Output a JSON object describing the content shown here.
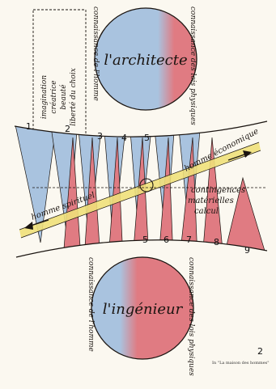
{
  "top_circle": {
    "label": "l'architecte"
  },
  "bottom_circle": {
    "label": "l'ingénieur"
  },
  "top_left_box_text": [
    "imagination",
    "créatrice",
    "beauté",
    "liberté du choix"
  ],
  "vertical_captions": {
    "top_left": "connaissance de l'homme",
    "top_right": "connaissance des lois physiques",
    "bottom_left": "connaissance de l'homme",
    "bottom_right": "connaissance des lois physiques"
  },
  "arrows": {
    "left_label": "homme spirituel",
    "right_label": "homme économique"
  },
  "center_right_text": [
    "contingences",
    "matérielles",
    "calcul"
  ],
  "top_numbers": [
    "1",
    "2",
    "3",
    "4",
    "5"
  ],
  "bottom_numbers": [
    "5",
    "6",
    "7",
    "8",
    "9"
  ],
  "page_number": "2",
  "footnote": "In \"La maison des hommes\"",
  "colors": {
    "blue": "#a9c3df",
    "red": "#e07b82",
    "yellow": "#f0e07a",
    "ink": "#1a1410",
    "paper": "#fbf8f0"
  }
}
